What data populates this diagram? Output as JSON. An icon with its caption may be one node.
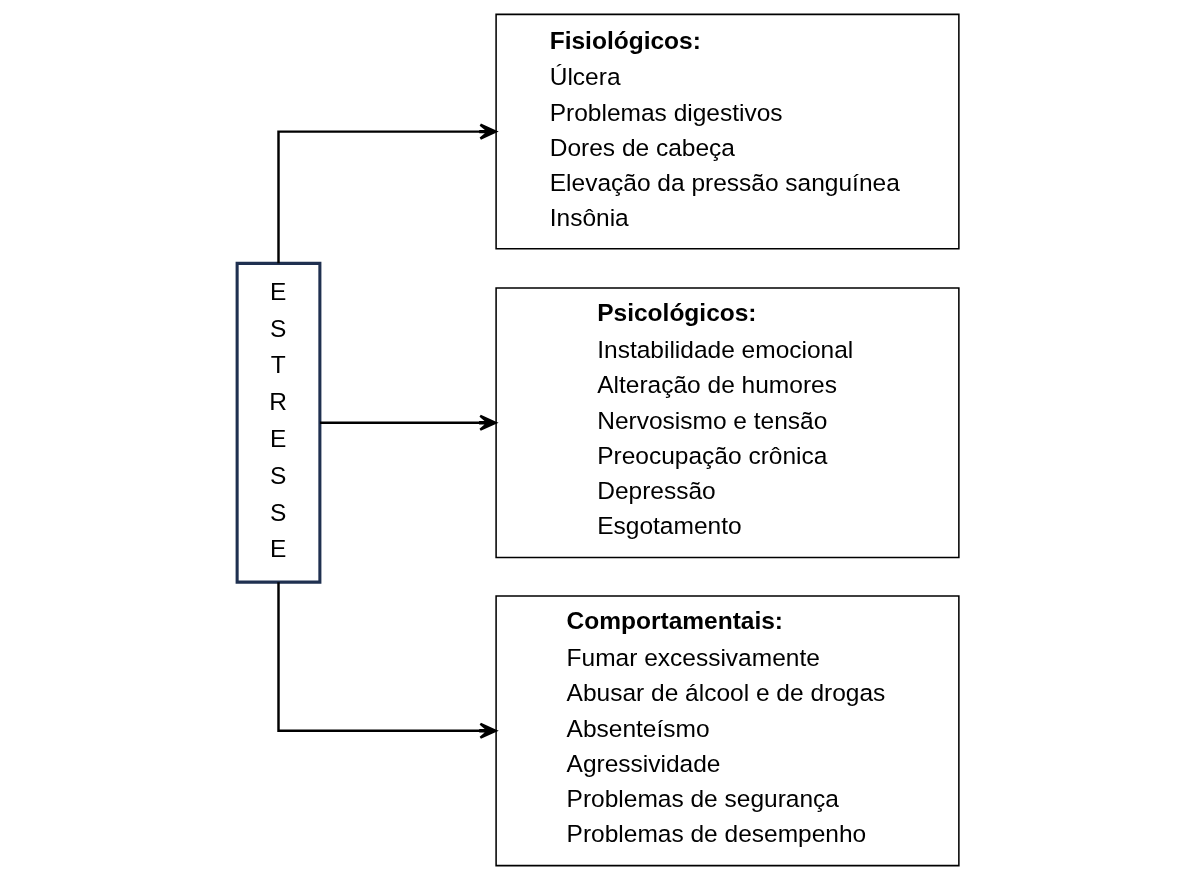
{
  "diagram": {
    "nodes": [
      {
        "text": [
          "E S T R E S S E"
        ]
      },
      {
        "text": [
          "Fisiológicos:",
          "Úlcera",
          "Problemas digestivos",
          "Dores de cabeça",
          "Elevação da pressão sanguínea",
          "Insônia"
        ]
      },
      {
        "text": [
          "Psicológicos:",
          "Instabilidade emocional",
          "Alteração de humores",
          "Nervosismo e tensão",
          "Preocupação crônica",
          "Depressão",
          "Esgotamento"
        ]
      },
      {
        "text": [
          "Comportamentais:",
          "Fumar excessivamente",
          "Abusar de álcool e de drogas",
          "Absenteísmo",
          "Agressividade",
          "Problemas de segurança",
          "Problemas de desempenho"
        ]
      }
    ],
    "edges": [
      {
        "from": 0,
        "to": 1,
        "arrow": "to"
      },
      {
        "from": 0,
        "to": 2,
        "arrow": "to"
      },
      {
        "from": 0,
        "to": 3,
        "arrow": "to"
      }
    ]
  }
}
